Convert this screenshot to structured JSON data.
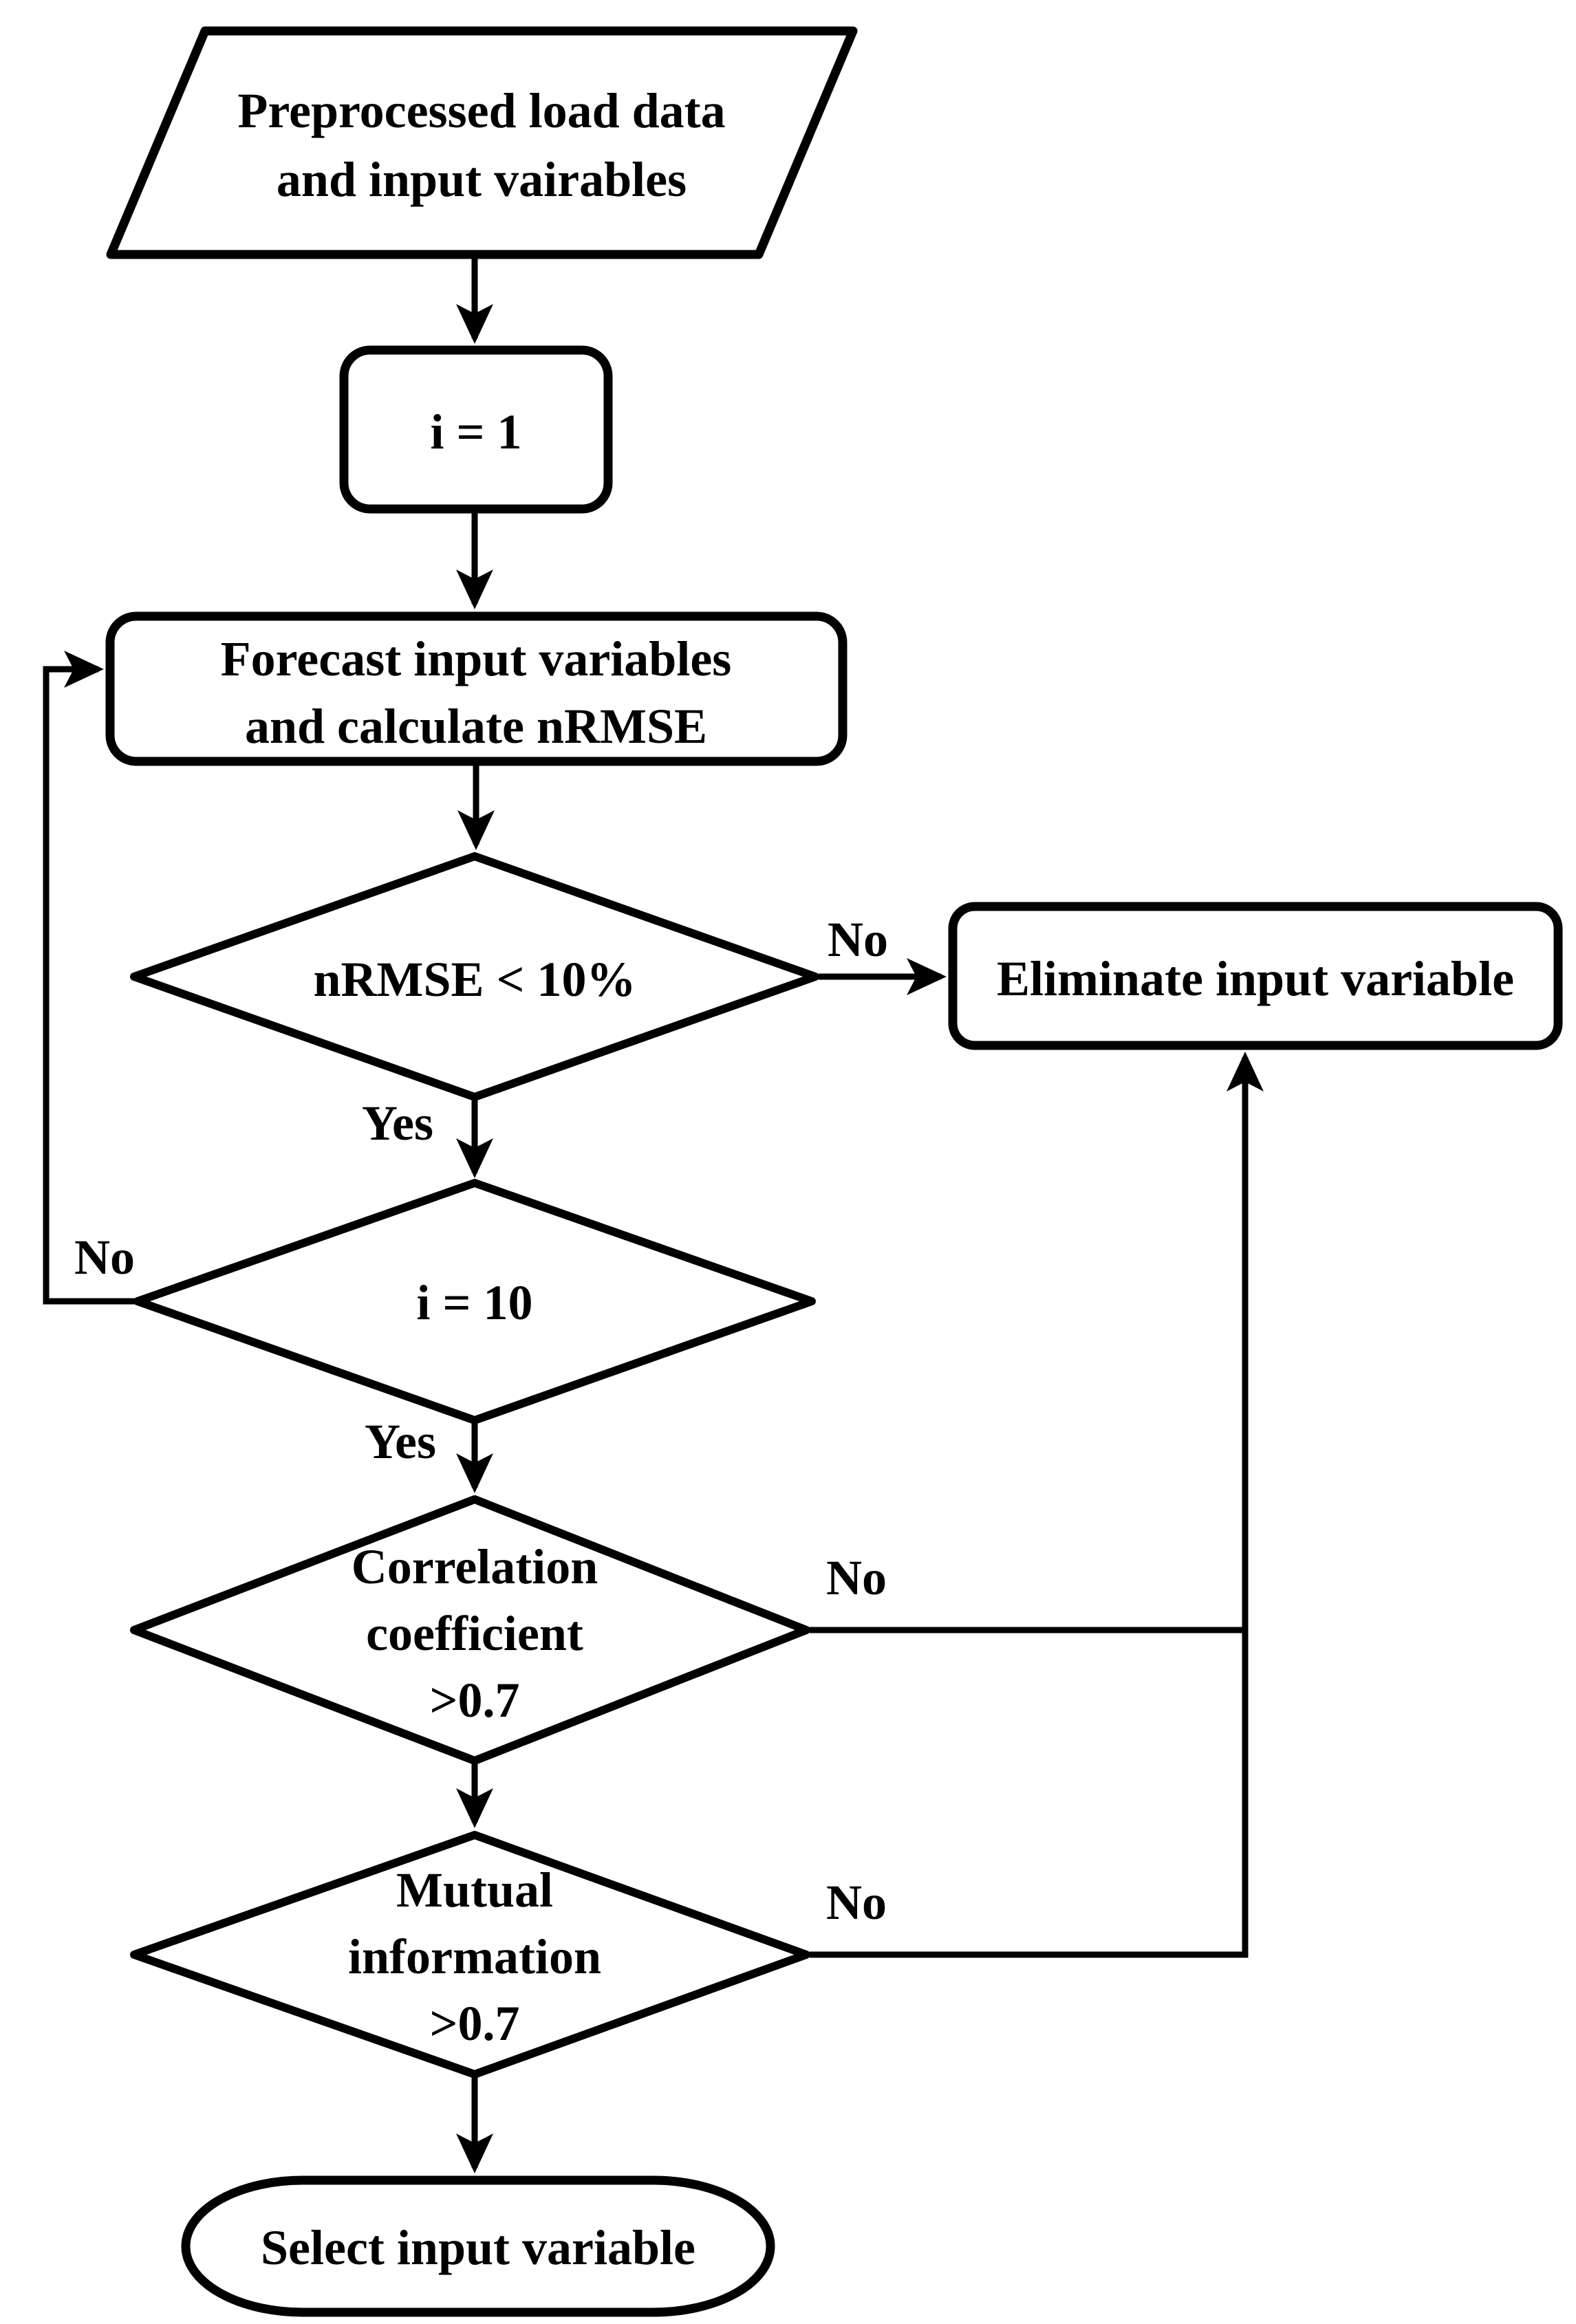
{
  "colors": {
    "stroke": "#000000",
    "background": "#ffffff",
    "text": "#000000"
  },
  "nodes": {
    "start": {
      "shape": "parallelogram",
      "lines": [
        "Preprocessed load data",
        "and input vairables"
      ]
    },
    "init": {
      "shape": "rounded-rectangle",
      "label": "i = 1"
    },
    "forecast": {
      "shape": "rounded-rectangle",
      "lines": [
        "Forecast input variables",
        "and calculate nRMSE"
      ]
    },
    "nrmse_check": {
      "shape": "diamond",
      "label": "nRMSE < 10%"
    },
    "eliminate": {
      "shape": "rounded-rectangle",
      "label": "Eliminate input variable"
    },
    "iteration_check": {
      "shape": "diamond",
      "label": "i = 10"
    },
    "correlation_check": {
      "shape": "diamond",
      "lines": [
        "Correlation",
        "coefficient",
        ">0.7"
      ]
    },
    "mutual_information_check": {
      "shape": "diamond",
      "lines": [
        "Mutual",
        "information",
        ">0.7"
      ]
    },
    "select": {
      "shape": "terminator",
      "label": "Select input variable"
    }
  },
  "edge_labels": {
    "nrmse_no": "No",
    "nrmse_yes": "Yes",
    "iteration_no": "No",
    "iteration_yes": "Yes",
    "correlation_no": "No",
    "mutual_information_no": "No"
  }
}
